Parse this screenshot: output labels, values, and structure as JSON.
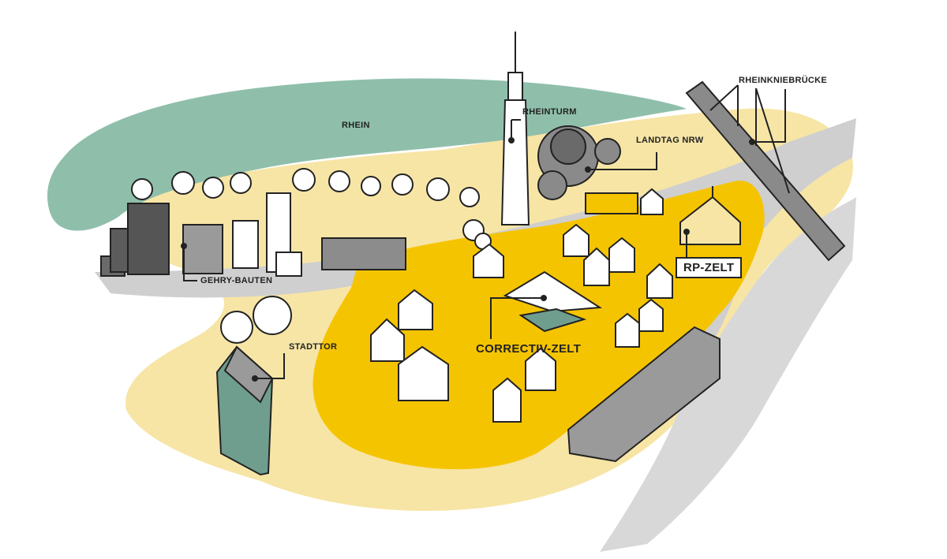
{
  "labels": {
    "rhein": "RHEIN",
    "rheinturm": "RHEINTURM",
    "landtag": "LANDTAG NRW",
    "bruecke": "RHEINKNIEBRÜCKE",
    "gehry": "GEHRY-BAUTEN",
    "stadttor": "STADTTOR",
    "correctiv": "CORRECTIV-ZELT",
    "rpzelt": "RP-ZELT"
  },
  "colors": {
    "river": "#8fbfab",
    "sand": "#f7e5a6",
    "festival": "#f5c400",
    "road": "#cfcfcf",
    "ink": "#222222",
    "glass": "#6f9e8f"
  }
}
